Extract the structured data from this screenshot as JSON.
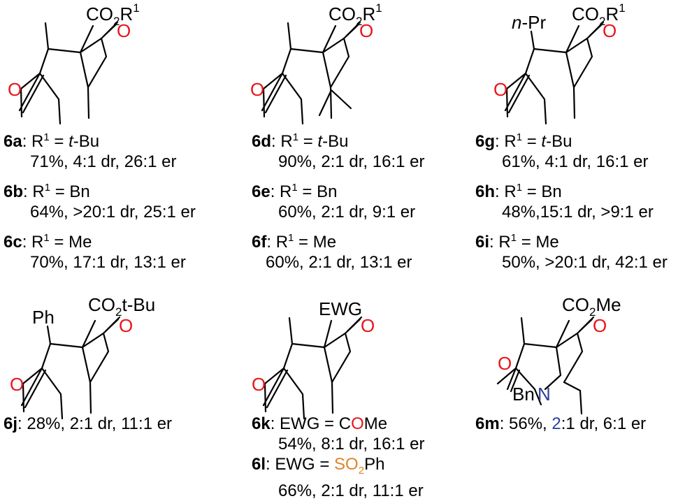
{
  "colors": {
    "oxygen": "#e8141b",
    "nitrogen": "#2b3f9a",
    "sulfur": "#e0852a",
    "bond": "#000000"
  },
  "atoms": {
    "O": "O",
    "N": "N",
    "ester_prefix": "CO",
    "ester_sub": "2",
    "ester_r": "R",
    "ester_r_sup": "1",
    "ester_tbu": "t-Bu",
    "ester_me": "Me",
    "nPr": "n",
    "nPr_rest": "-Pr",
    "Ph": "Ph",
    "EWG": "EWG",
    "Bn": "Bn"
  },
  "captions": {
    "c6a": {
      "id": "6a",
      "r1": "R",
      "sup": "1",
      "eq": " = ",
      "tbu_t": "t",
      "tbu_rest": "-Bu",
      "stats": "71%, 4:1 dr, 26:1 er"
    },
    "c6b": {
      "id": "6b",
      "r1": "R",
      "sup": "1",
      "eq": " = Bn",
      "stats": "64%, >20:1 dr, 25:1 er"
    },
    "c6c": {
      "id": "6c",
      "r1": "R",
      "sup": "1",
      "eq": " = Me",
      "stats": "70%, 17:1 dr, 13:1 er"
    },
    "c6d": {
      "id": "6d",
      "r1": "R",
      "sup": "1",
      "eq": " = ",
      "tbu_t": "t",
      "tbu_rest": "-Bu",
      "stats": "90%, 2:1 dr, 16:1 er"
    },
    "c6e": {
      "id": "6e",
      "r1": "R",
      "sup": "1",
      "eq": " = Bn",
      "stats": "60%, 2:1 dr, 9:1 er"
    },
    "c6f": {
      "id": "6f",
      "r1": "R",
      "sup": "1",
      "eq": " = Me",
      "stats": "60%, 2:1 dr, 13:1 er"
    },
    "c6g": {
      "id": "6g",
      "r1": "R",
      "sup": "1",
      "eq": " = ",
      "tbu_t": "t",
      "tbu_rest": "-Bu",
      "stats": "61%, 4:1 dr, 16:1 er"
    },
    "c6h": {
      "id": "6h",
      "r1": "R",
      "sup": "1",
      "eq": " = Bn",
      "stats": "48%,15:1 dr, >9:1 er"
    },
    "c6i": {
      "id": "6i",
      "r1": "R",
      "sup": "1",
      "eq": " = Me",
      "stats": "50%, >20:1 dr, 42:1 er"
    },
    "c6j": {
      "id": "6j",
      "text": ": 28%, 2:1 dr, 11:1 er"
    },
    "c6k": {
      "id": "6k",
      "pre": ": EWG = C",
      "o": "O",
      "post": "Me",
      "stats": "54%, 8:1 dr, 16:1 er"
    },
    "c6l": {
      "id": "6l",
      "pre": ": EWG = ",
      "so": "SO",
      "so_sub": "2",
      "post": "Ph",
      "stats": "66%, 2:1 dr, 11:1 er"
    },
    "c6m": {
      "id": "6m",
      "pre": ": 56%, ",
      "two": "2",
      "post": ":1 dr, 6:1 er"
    }
  }
}
